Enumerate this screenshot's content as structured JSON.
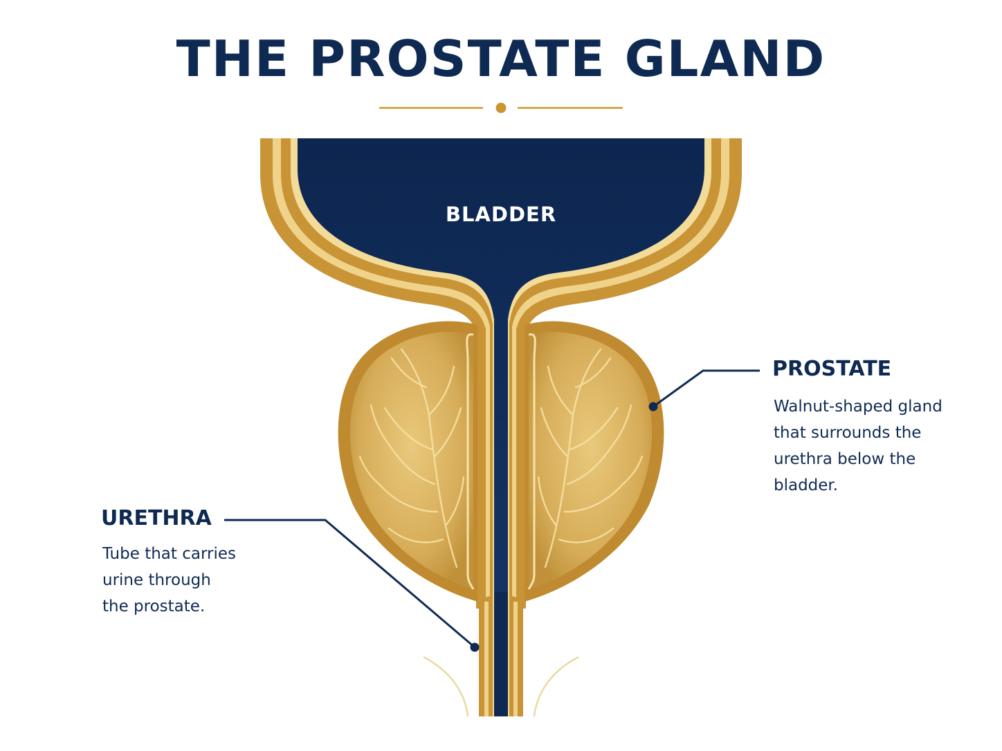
{
  "title": "THE PROSTATE GLAND",
  "labels": {
    "bladder": "BLADDER",
    "prostate": {
      "title": "PROSTATE",
      "description_lines": [
        "Walnut-shaped gland",
        "that surrounds the",
        "urethra below the",
        "bladder."
      ]
    },
    "urethra": {
      "title": "URETHRA",
      "description_lines": [
        "Tube that carries",
        "urine through",
        "the prostate."
      ]
    }
  },
  "colors": {
    "navy": "#0f2a52",
    "gold": "#c9952e",
    "gold_light": "#f2d98f",
    "gold_fill": "#d8b260",
    "background": "#ffffff"
  }
}
